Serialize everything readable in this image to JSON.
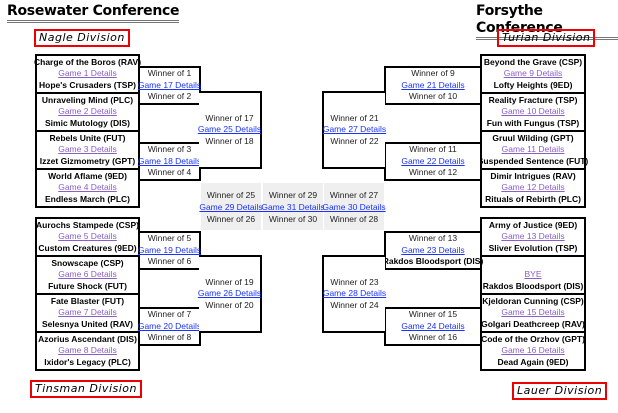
{
  "conferences": {
    "left": {
      "title": "Rosewater Conference",
      "divisions": [
        "Nagle Division",
        "Tinsman Division"
      ]
    },
    "right": {
      "title": "Forsythe Conference",
      "divisions": [
        "Turian Division",
        "Lauer Division"
      ]
    }
  },
  "first_round": [
    {
      "team1": "Charge of the Boros (RAV)",
      "link": "Game 1 Details",
      "team2": "Hope's Crusaders (TSP)"
    },
    {
      "team1": "Unraveling Mind (PLC)",
      "link": "Game 2 Details",
      "team2": "Simic Mutology (DIS)"
    },
    {
      "team1": "Rebels Unite (FUT)",
      "link": "Game 3 Details",
      "team2": "Izzet Gizmometry (GPT)"
    },
    {
      "team1": "World Aflame (9ED)",
      "link": "Game 4 Details",
      "team2": "Endless March (PLC)"
    },
    {
      "team1": "Aurochs Stampede (CSP)",
      "link": "Game 5 Details",
      "team2": "Custom Creatures (9ED)"
    },
    {
      "team1": "Snowscape (CSP)",
      "link": "Game 6 Details",
      "team2": "Future Shock (FUT)"
    },
    {
      "team1": "Fate Blaster (FUT)",
      "link": "Game 7 Details",
      "team2": "Selesnya United (RAV)"
    },
    {
      "team1": "Azorius Ascendant (DIS)",
      "link": "Game 8 Details",
      "team2": "Ixidor's Legacy (PLC)"
    },
    {
      "team1": "Beyond the Grave (CSP)",
      "link": "Game 9 Details",
      "team2": "Lofty Heights (9ED)"
    },
    {
      "team1": "Reality Fracture (TSP)",
      "link": "Game 10 Details",
      "team2": "Fun with Fungus (TSP)"
    },
    {
      "team1": "Gruul Wilding (GPT)",
      "link": "Game 11 Details",
      "team2": "Suspended Sentence (FUT)"
    },
    {
      "team1": "Dimir Intrigues (RAV)",
      "link": "Game 12 Details",
      "team2": "Rituals of Rebirth (PLC)"
    },
    {
      "team1": "Army of Justice (9ED)",
      "link": "Game 13 Details",
      "team2": "Sliver Evolution (TSP)"
    },
    {
      "team1": "",
      "link": "BYE",
      "team2": "Rakdos Bloodsport (DIS)"
    },
    {
      "team1": "Kjeldoran Cunning (CSP)",
      "link": "Game 15 Details",
      "team2": "Golgari Deathcreep (RAV)"
    },
    {
      "team1": "Code of the Orzhov (GPT)",
      "link": "Game 16 Details",
      "team2": "Dead Again (9ED)"
    }
  ],
  "second_round": [
    {
      "top": "Winner of 1",
      "link": "Game 17 Details",
      "bottom": "Winner of 2"
    },
    {
      "top": "Winner of 3",
      "link": "Game 18 Details",
      "bottom": "Winner of 4"
    },
    {
      "top": "Winner of 5",
      "link": "Game 19 Details",
      "bottom": "Winner of 6"
    },
    {
      "top": "Winner of 7",
      "link": "Game 20 Details",
      "bottom": "Winner of 8"
    },
    {
      "top": "Winner of 9",
      "link": "Game 21 Details",
      "bottom": "Winner of 10"
    },
    {
      "top": "Winner of 11",
      "link": "Game 22 Details",
      "bottom": "Winner of 12"
    },
    {
      "top": "Winner of 13",
      "link": "Game 23 Details",
      "bottom": "Rakdos Bloodsport (DIS)",
      "bottom_is_team": true
    },
    {
      "top": "Winner of 15",
      "link": "Game 24 Details",
      "bottom": "Winner of 16"
    }
  ],
  "third_round": [
    {
      "top": "Winner of 17",
      "link": "Game 25 Details",
      "bottom": "Winner of 18"
    },
    {
      "top": "Winner of 19",
      "link": "Game 26 Details",
      "bottom": "Winner of 20"
    },
    {
      "top": "Winner of 21",
      "link": "Game 27 Details",
      "bottom": "Winner of 22"
    },
    {
      "top": "Winner of 23",
      "link": "Game 28 Details",
      "bottom": "Winner of 24"
    }
  ],
  "finals": [
    {
      "top": "Winner of 25",
      "link": "Game 29 Details",
      "bottom": "Winner of 26"
    },
    {
      "top": "Winner of 29",
      "link": "Game 31 Details",
      "bottom": "Winner of 30"
    },
    {
      "top": "Winner of 27",
      "link": "Game 30 Details",
      "bottom": "Winner of 28"
    }
  ]
}
